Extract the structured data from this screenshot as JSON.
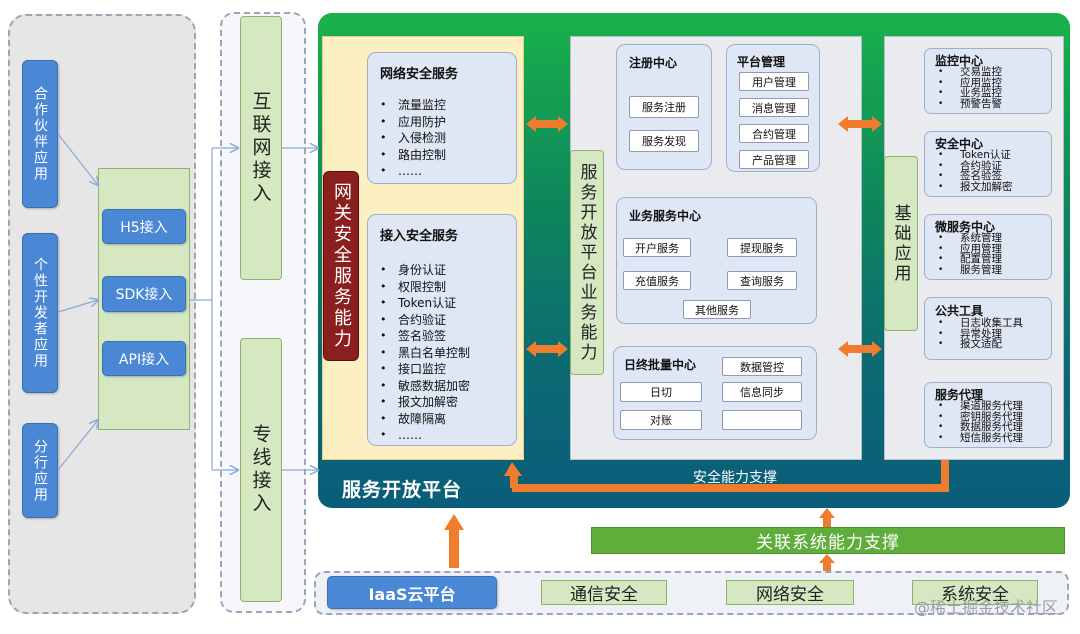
{
  "left_apps": [
    "合作伙伴应用",
    "个性开发者应用",
    "分行应用"
  ],
  "access_methods": [
    "H5接入",
    "SDK接入",
    "API接入"
  ],
  "channels": [
    "互联网接入",
    "专线接入"
  ],
  "platform": {
    "title": "服务开放平台",
    "gateway_label": "网关安全服务能力",
    "network_security": {
      "title": "网络安全服务",
      "items": [
        "流量监控",
        "应用防护",
        "入侵检测",
        "路由控制",
        "……"
      ]
    },
    "access_security": {
      "title": "接入安全服务",
      "items": [
        "身份认证",
        "权限控制",
        "Token认证",
        "合约验证",
        "签名验签",
        "黑白名单控制",
        "接口监控",
        "敏感数据加密",
        "报文加解密",
        "故障隔离",
        "……"
      ]
    },
    "open_platform_label": "服务开放平台业务能力",
    "registry": {
      "title": "注册中心",
      "items": [
        "服务注册",
        "服务发现"
      ]
    },
    "platform_mgmt": {
      "title": "平台管理",
      "items": [
        "用户管理",
        "消息管理",
        "合约管理",
        "产品管理"
      ]
    },
    "business_center": {
      "title": "业务服务中心",
      "items": [
        "开户服务",
        "提现服务",
        "充值服务",
        "查询服务",
        "其他服务"
      ]
    },
    "batch_center": {
      "title": "日终批量中心",
      "items": [
        "数据管控",
        "日切",
        "信息同步",
        "对账",
        ""
      ]
    },
    "base_label": "基础应用",
    "right_modules": [
      {
        "title": "监控中心",
        "items": [
          "交易监控",
          "应用监控",
          "业务监控",
          "预警告警"
        ]
      },
      {
        "title": "安全中心",
        "items": [
          "Token认证",
          "合约验证",
          "签名验签",
          "报文加解密"
        ]
      },
      {
        "title": "微服务中心",
        "items": [
          "系统管理",
          "应用管理",
          "配置管理",
          "服务管理"
        ]
      },
      {
        "title": "公共工具",
        "items": [
          "日志收集工具",
          "异常处理",
          "报文适配"
        ]
      },
      {
        "title": "服务代理",
        "items": [
          "渠道服务代理",
          "密钥服务代理",
          "数据服务代理",
          "短信服务代理"
        ]
      }
    ],
    "security_support": "安全能力支撑"
  },
  "related_support": "关联系统能力支撑",
  "infrastructure": [
    "IaaS云平台",
    "通信安全",
    "网络安全",
    "系统安全"
  ],
  "watermark": "@稀土掘金技术社区",
  "colors": {
    "arrow_orange": "#f07d2e",
    "blue": "#4a88d6",
    "green_light": "#d6e8c2",
    "red": "#8b1e1e",
    "platform_green": "#19b24a",
    "platform_teal": "#0a5d7a"
  }
}
